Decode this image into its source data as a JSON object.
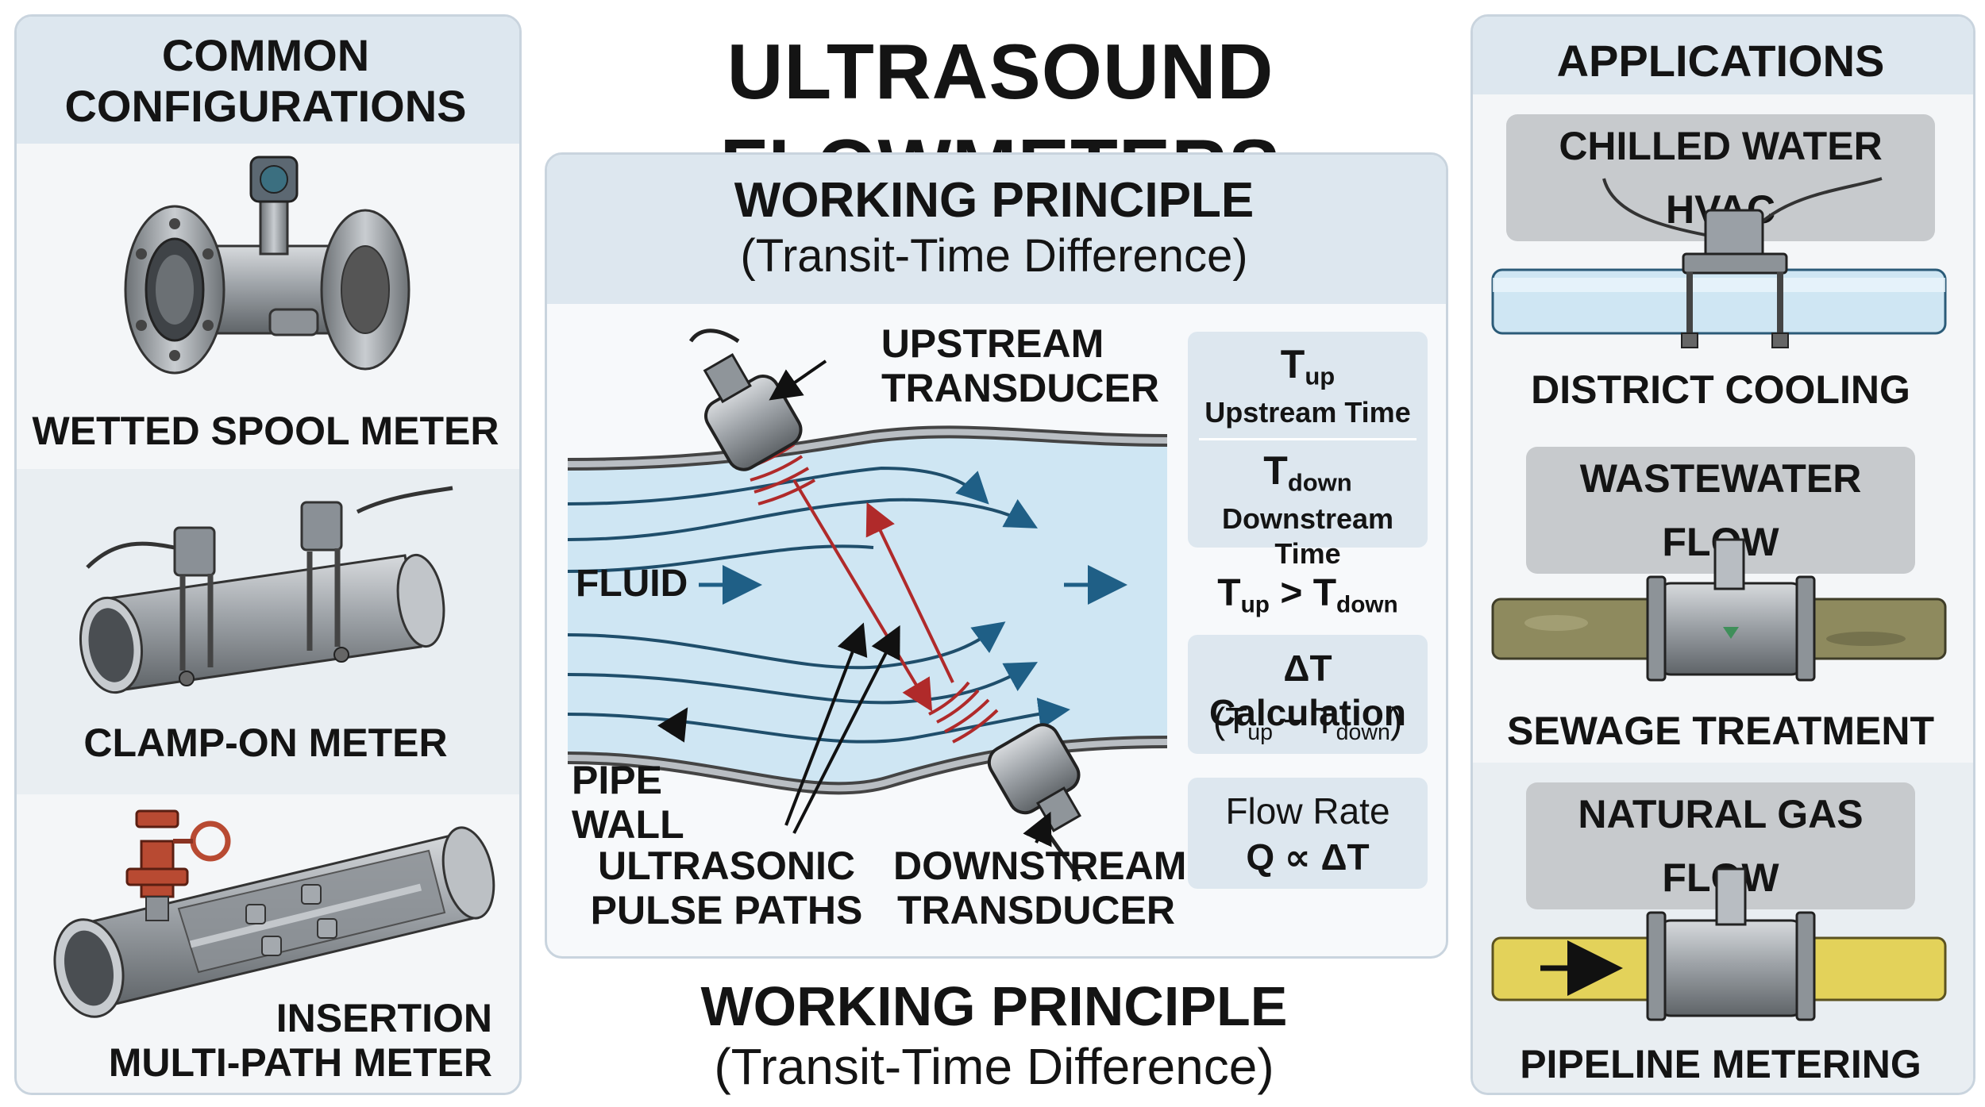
{
  "title": "ULTRASOUND FLOWMETERS",
  "left_panel": {
    "header": [
      "COMMON",
      "CONFIGURATIONS"
    ],
    "items": [
      {
        "label": "WETTED SPOOL METER"
      },
      {
        "label": "CLAMP-ON METER"
      },
      {
        "label_lines": [
          "INSERTION",
          "MULTI-PATH METER"
        ]
      }
    ]
  },
  "center_panel": {
    "header_line1": "WORKING PRINCIPLE",
    "header_line2": "(Transit-Time Difference)",
    "labels": {
      "upstream": [
        "UPSTREAM",
        "TRANSDUCER"
      ],
      "fluid": "FLUID",
      "pipe_wall": "PIPE WALL",
      "pulse_paths": [
        "ULTRASONIC",
        "PULSE PATHS"
      ],
      "downstream": [
        "DOWNSTREAM",
        "TRANSDUCER"
      ]
    },
    "formulas": {
      "tup_symbol": "T",
      "tup_sub": "up",
      "tup_desc": "Upstream Time",
      "tdown_symbol": "T",
      "tdown_sub": "down",
      "tdown_desc": "Downstream Time",
      "compare_T1": "T",
      "compare_sub1": "up",
      "compare_op": " > ",
      "compare_T2": "T",
      "compare_sub2": "down",
      "dt_title": "ΔT Calculation",
      "dt_open": "(T",
      "dt_sub1": "up",
      "dt_mid": " − T",
      "dt_sub2": "down",
      "dt_close": ")",
      "flow_title": "Flow Rate",
      "flow_formula": "Q ∝ ΔT"
    }
  },
  "footer_line1": "WORKING PRINCIPLE",
  "footer_line2": "(Transit-Time Difference)",
  "right_panel": {
    "header": "APPLICATIONS",
    "items": [
      {
        "tag": "CHILLED WATER HVAC",
        "caption": "DISTRICT COOLING"
      },
      {
        "tag": "WASTEWATER FLOW",
        "caption": "SEWAGE TREATMENT"
      },
      {
        "tag": "NATURAL GAS FLOW",
        "caption": "PIPELINE METERING"
      }
    ]
  },
  "colors": {
    "panel_border": "#c9d4de",
    "panel_header_bg": "#dde7ef",
    "fluid_blue": "#cfe6f3",
    "pulse_red": "#b02a2a",
    "arrow_blue": "#1f5f86",
    "sewage_pipe": "#8e8a5e",
    "gas_pipe": "#e3d25a",
    "valve_red": "#b84a32"
  }
}
